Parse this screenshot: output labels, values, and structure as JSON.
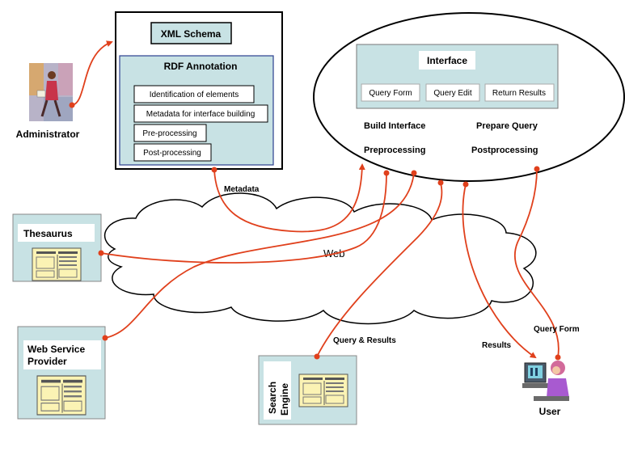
{
  "colors": {
    "panel_fill": "#c8e2e4",
    "connector": "#e0401c",
    "cloud_stroke": "#000000"
  },
  "admin": {
    "label": "Administrator",
    "icon": "businesswoman-clipart-icon"
  },
  "schema_box": {
    "xml_schema_label": "XML Schema",
    "rdf_annotation_title": "RDF Annotation",
    "items": [
      "Identification of elements",
      "Metadata  for interface building",
      "Pre-processing",
      "Post-processing"
    ]
  },
  "interface_oval": {
    "panel_title": "Interface",
    "buttons": [
      "Query Form",
      "Query Edit",
      "Return Results"
    ],
    "labels": {
      "build_interface": "Build Interface",
      "prepare_query": "Prepare Query",
      "preprocessing": "Preprocessing",
      "postprocessing": "Postprocessing"
    }
  },
  "web": {
    "label": "Web"
  },
  "connector_labels": {
    "metadata": "Metadata",
    "query_results": "Query & Results",
    "results": "Results",
    "query_form": "Query Form"
  },
  "nodes": {
    "thesaurus": "Thesaurus",
    "web_service_provider_line1": "Web Service",
    "web_service_provider_line2": "Provider",
    "search_engine_line1": "Search",
    "search_engine_line2": "Engine",
    "user": "User"
  },
  "icons": {
    "document": "document-thumbnail-icon",
    "user": "user-at-computer-clipart-icon"
  }
}
